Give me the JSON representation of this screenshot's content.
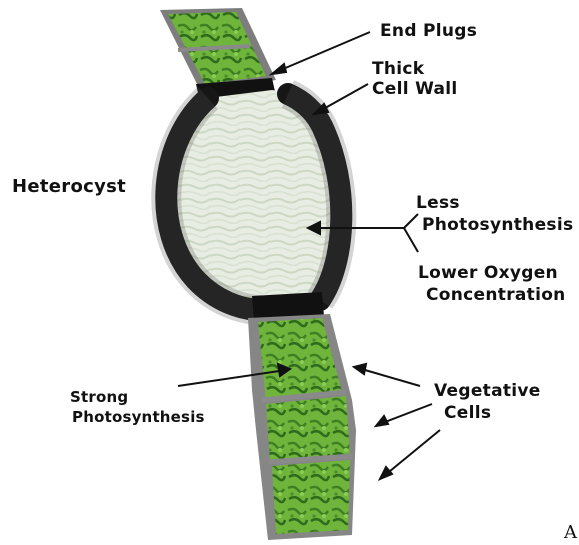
{
  "labels": {
    "end_plugs": "End Plugs",
    "thick_cell_wall_line1": "Thick",
    "thick_cell_wall_line2": "Cell Wall",
    "heterocyst": "Heterocyst",
    "less_photosynthesis_line1": "Less",
    "less_photosynthesis_line2": "Photosynthesis",
    "lower_oxygen_line1": "Lower Oxygen",
    "lower_oxygen_line2": "Concentration",
    "strong_photosynthesis_line1": "Strong",
    "strong_photosynthesis_line2": "Photosynthesis",
    "vegetative_cells_line1": "Vegetative",
    "vegetative_cells_line2": "Cells",
    "corner_mark": "A"
  },
  "colors": {
    "cell_green": "#6cb33a",
    "cell_dark_green": "#3e7d22",
    "heterocyst_fill": "#e4ebdf",
    "wall_black": "#1a1a1a",
    "sheath_gray": "#9a9a9a"
  }
}
